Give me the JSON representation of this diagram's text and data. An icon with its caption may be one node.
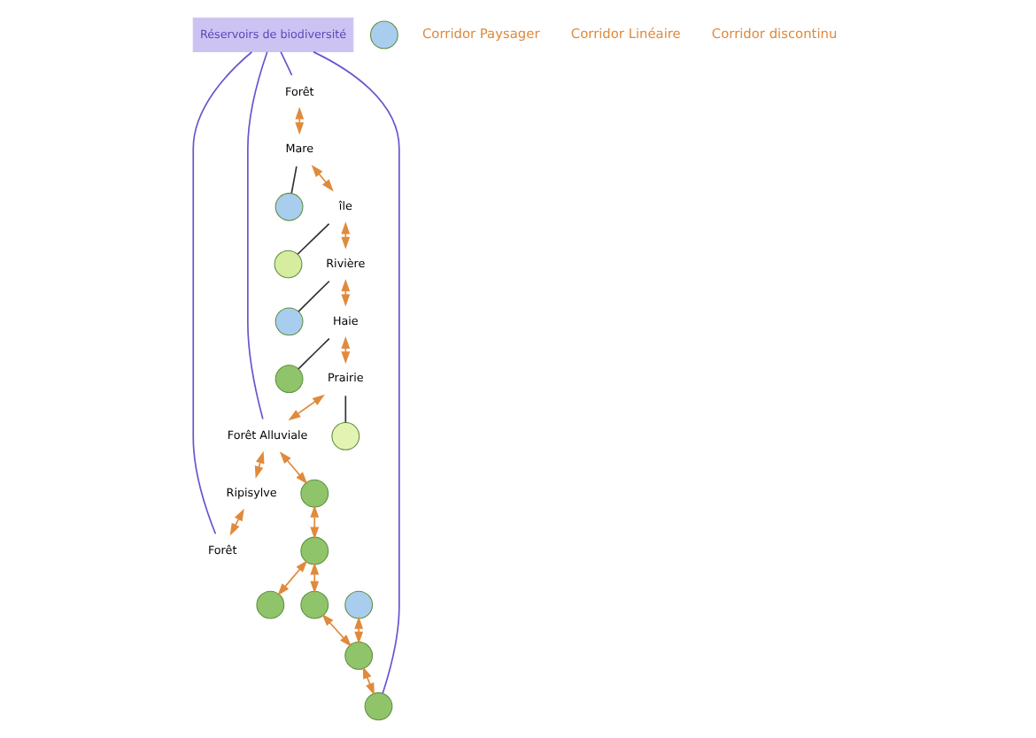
{
  "diagram": {
    "nodes": [
      {
        "text": [
          "Réservoirs de biodiversité"
        ]
      },
      {
        "text": [
          "Forêt Alluviale"
        ]
      },
      {
        "text": [
          "Forêt"
        ]
      },
      {
        "text": [
          "Ripisylve"
        ]
      },
      {
        "text": [],
        "shape": "circle"
      },
      {
        "text": [],
        "shape": "circle"
      },
      {
        "text": [],
        "shape": "circle"
      },
      {
        "text": [],
        "shape": "circle"
      },
      {
        "text": [],
        "shape": "circle"
      },
      {
        "text": [],
        "shape": "circle"
      },
      {
        "text": [],
        "shape": "circle"
      },
      {
        "text": [
          "Prairie"
        ]
      },
      {
        "text": [],
        "shape": "circle"
      },
      {
        "text": [
          "Haie"
        ]
      },
      {
        "text": [],
        "shape": "circle"
      },
      {
        "text": [
          "Rivière"
        ]
      },
      {
        "text": [],
        "shape": "circle"
      },
      {
        "text": [
          "Forêt"
        ]
      },
      {
        "text": [
          "île"
        ]
      },
      {
        "text": [],
        "shape": "circle"
      },
      {
        "text": [
          "Mare"
        ]
      },
      {
        "text": [],
        "shape": "circle"
      },
      {
        "text": [],
        "shape": "circle"
      }
    ],
    "edges": [
      {
        "from": 0,
        "to": 17,
        "arrow": "none",
        "color": "#6a55d0"
      },
      {
        "from": 0,
        "to": 1,
        "arrow": "none",
        "color": "#6a55d0"
      },
      {
        "from": 0,
        "to": 22,
        "arrow": "none",
        "color": "#6a55d0"
      },
      {
        "from": 0,
        "to": 2,
        "arrow": "none",
        "color": "#6a55d0"
      },
      {
        "from": 17,
        "to": 20,
        "arrow": "both"
      },
      {
        "from": 20,
        "to": 18,
        "arrow": "both"
      },
      {
        "from": 18,
        "to": 15,
        "arrow": "both"
      },
      {
        "from": 15,
        "to": 13,
        "arrow": "both"
      },
      {
        "from": 13,
        "to": 11,
        "arrow": "both"
      },
      {
        "from": 11,
        "to": 1,
        "arrow": "both"
      },
      {
        "from": 1,
        "to": 3,
        "arrow": "both"
      },
      {
        "from": 3,
        "to": 2,
        "arrow": "both"
      },
      {
        "from": 1,
        "to": 4,
        "arrow": "both"
      },
      {
        "from": 4,
        "to": 6,
        "arrow": "both"
      },
      {
        "from": 6,
        "to": 5,
        "arrow": "both"
      },
      {
        "from": 6,
        "to": 9,
        "arrow": "both"
      },
      {
        "from": 9,
        "to": 10,
        "arrow": "both"
      },
      {
        "from": 8,
        "to": 10,
        "arrow": "both"
      },
      {
        "from": 10,
        "to": 22,
        "arrow": "both"
      },
      {
        "from": 20,
        "to": 21,
        "arrow": "none",
        "color": "#333333"
      },
      {
        "from": 18,
        "to": 19,
        "arrow": "none",
        "color": "#333333"
      },
      {
        "from": 15,
        "to": 16,
        "arrow": "none",
        "color": "#333333"
      },
      {
        "from": 13,
        "to": 14,
        "arrow": "none",
        "color": "#333333"
      },
      {
        "from": 11,
        "to": 12,
        "arrow": "none",
        "color": "#333333"
      }
    ],
    "labels": [
      "Corridor Paysager",
      "Corridor Linéaire",
      "Corridor discontinu"
    ]
  }
}
